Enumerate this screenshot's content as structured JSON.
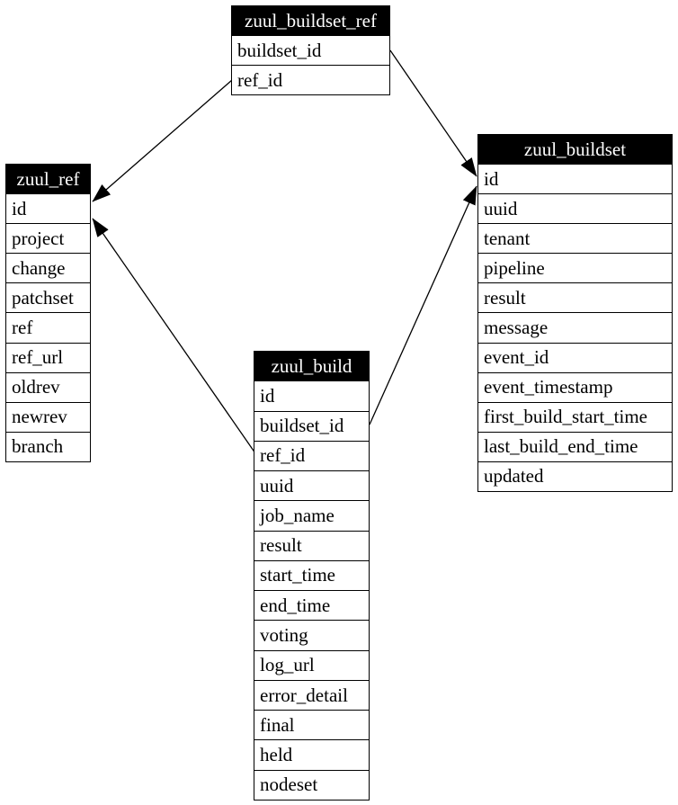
{
  "diagram": {
    "colors": {
      "header_bg": "#000000",
      "header_text": "#ffffff",
      "row_bg": "#ffffff",
      "row_text": "#000000",
      "border": "#000000",
      "background": "#ffffff",
      "arrow": "#000000"
    },
    "tables": [
      {
        "id": "zuul_buildset_ref",
        "title": "zuul_buildset_ref",
        "columns": [
          "buildset_id",
          "ref_id"
        ]
      },
      {
        "id": "zuul_ref",
        "title": "zuul_ref",
        "columns": [
          "id",
          "project",
          "change",
          "patchset",
          "ref",
          "ref_url",
          "oldrev",
          "newrev",
          "branch"
        ]
      },
      {
        "id": "zuul_buildset",
        "title": "zuul_buildset",
        "columns": [
          "id",
          "uuid",
          "tenant",
          "pipeline",
          "result",
          "message",
          "event_id",
          "event_timestamp",
          "first_build_start_time",
          "last_build_end_time",
          "updated"
        ]
      },
      {
        "id": "zuul_build",
        "title": "zuul_build",
        "columns": [
          "id",
          "buildset_id",
          "ref_id",
          "uuid",
          "job_name",
          "result",
          "start_time",
          "end_time",
          "voting",
          "log_url",
          "error_detail",
          "final",
          "held",
          "nodeset"
        ]
      }
    ],
    "relationships": [
      {
        "from": "zuul_buildset_ref.buildset_id",
        "to": "zuul_buildset.id"
      },
      {
        "from": "zuul_buildset_ref.ref_id",
        "to": "zuul_ref.id"
      },
      {
        "from": "zuul_build.buildset_id",
        "to": "zuul_buildset.id"
      },
      {
        "from": "zuul_build.ref_id",
        "to": "zuul_ref.id"
      }
    ]
  }
}
